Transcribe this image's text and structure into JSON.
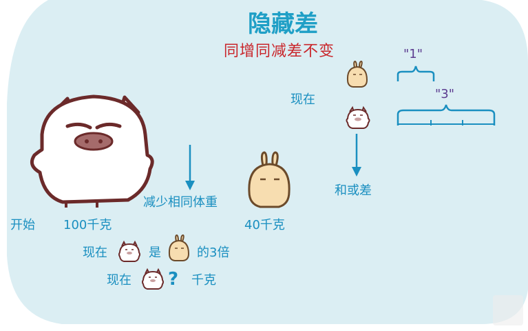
{
  "title": "隐藏差",
  "subtitle": "同增同减差不变",
  "labels": {
    "start": "开始",
    "big_weight": "100千克",
    "reduce_same": "减少相同体重",
    "small_weight": "40千克",
    "now_top": "现在",
    "sum_or_diff": "和或差",
    "bracket_one": "\"1\"",
    "bracket_three": "\"3\"",
    "line1_now": "现在",
    "line1_is": "是",
    "line1_times": "的3倍",
    "line2_now": "现在",
    "line2_q": "?",
    "line2_unit": "千克"
  },
  "colors": {
    "accent": "#1a8fc0",
    "title": "#1f9fc6",
    "subtitle": "#c9262b",
    "bracket_text": "#5b3b8f",
    "bg_blob": "#dbeef3",
    "big_creature_outline": "#6b2a2a",
    "small_creature_fill": "#f7ddb0"
  }
}
